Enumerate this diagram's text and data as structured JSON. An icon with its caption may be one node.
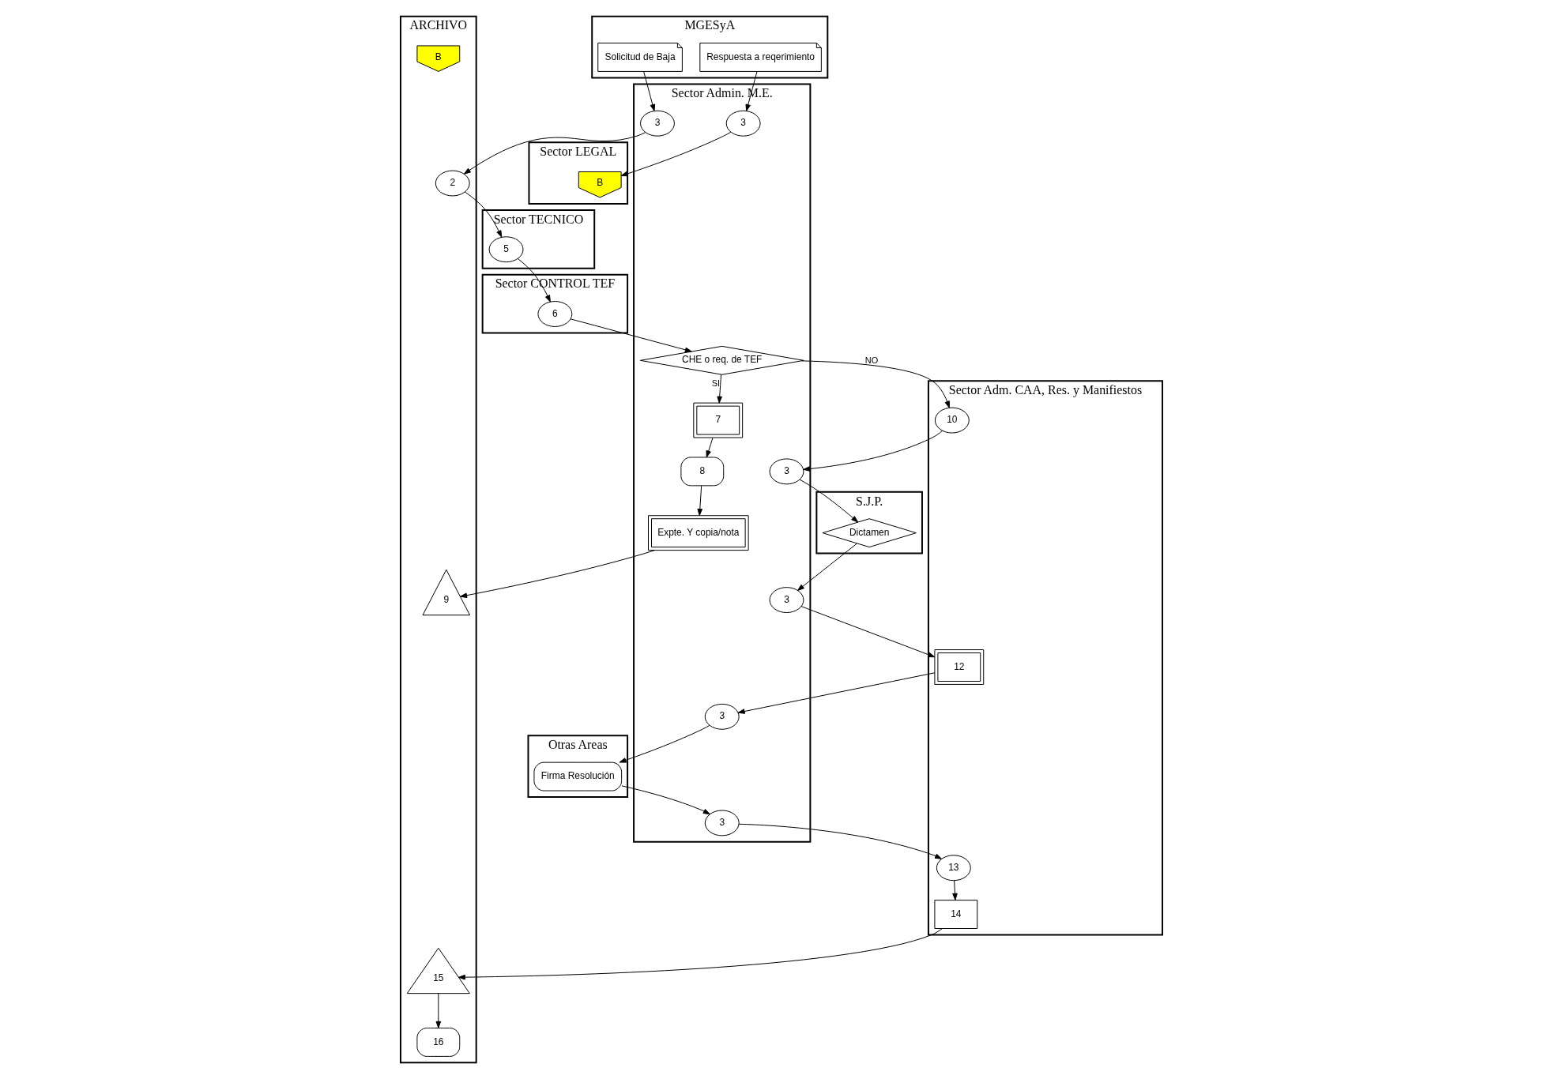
{
  "diagram": {
    "nodes": [
      {
        "text": [
          "MGESyA"
        ]
      },
      {
        "text": [
          "S.J.P."
        ]
      },
      {
        "text": [
          "Otras Areas"
        ]
      },
      {
        "text": [
          "ARCHIVO"
        ]
      },
      {
        "text": [
          "Sector Admin. M.E."
        ]
      },
      {
        "text": [
          "Sector LEGAL"
        ]
      },
      {
        "text": [
          "Sector TECNICO"
        ]
      },
      {
        "text": [
          "Sector CONTROL TEF"
        ]
      },
      {
        "text": [
          "Sector Adm. CAA, Res. y Manifiestos"
        ]
      },
      {
        "text": [
          "Solicitud de Baja"
        ],
        "in": 0
      },
      {
        "text": [
          "3"
        ],
        "in": 4
      },
      {
        "text": [
          "B"
        ],
        "in": 3
      },
      {
        "text": [
          "2"
        ],
        "in": 3
      },
      {
        "text": [
          "5"
        ],
        "in": 6
      },
      {
        "text": [
          "6"
        ],
        "in": 7
      },
      {
        "text": [
          "CHE o req. de TEF"
        ],
        "in": 4
      },
      {
        "text": [
          "10"
        ],
        "in": 8
      },
      {
        "text": [
          "7"
        ],
        "in": 4
      },
      {
        "text": [
          "8"
        ],
        "in": 4
      },
      {
        "text": [
          "Expte. Y copia/nota"
        ],
        "in": 4
      },
      {
        "text": [
          "9"
        ],
        "in": 3
      },
      {
        "text": [
          "Respuesta a reqerimiento"
        ],
        "in": 0
      },
      {
        "text": [
          "3"
        ],
        "in": 4
      },
      {
        "text": [
          "B"
        ],
        "in": 5
      },
      {
        "text": [
          "3"
        ],
        "in": 4
      },
      {
        "text": [
          "Dictamen"
        ],
        "in": 1
      },
      {
        "text": [
          "3"
        ],
        "in": 4
      },
      {
        "text": [
          "12"
        ],
        "in": 8
      },
      {
        "text": [
          "3"
        ],
        "in": 4
      },
      {
        "text": [
          "Firma Resolución"
        ],
        "in": 2
      },
      {
        "text": [
          "3"
        ],
        "in": 4
      },
      {
        "text": [
          "13"
        ],
        "in": 8
      },
      {
        "text": [
          "14"
        ],
        "in": 8
      },
      {
        "text": [
          "15"
        ],
        "in": 3
      },
      {
        "text": [
          "16"
        ],
        "in": 3
      }
    ],
    "edges": [
      {
        "from": 9,
        "to": 10,
        "arrow": "to"
      },
      {
        "from": 10,
        "to": 12,
        "arrow": "to"
      },
      {
        "from": 12,
        "to": 13,
        "arrow": "to"
      },
      {
        "from": 13,
        "to": 14,
        "arrow": "to"
      },
      {
        "from": 14,
        "to": 15,
        "arrow": "to"
      },
      {
        "from": 15,
        "to": 16,
        "arrow": "to",
        "label": "NO"
      },
      {
        "from": 15,
        "to": 17,
        "arrow": "to",
        "label": "SI"
      },
      {
        "from": 17,
        "to": 18,
        "arrow": "to"
      },
      {
        "from": 18,
        "to": 19,
        "arrow": "to"
      },
      {
        "from": 19,
        "to": 20,
        "arrow": "to"
      },
      {
        "from": 21,
        "to": 22,
        "arrow": "to"
      },
      {
        "from": 22,
        "to": 23,
        "arrow": "to"
      },
      {
        "from": 16,
        "to": 24,
        "arrow": "to"
      },
      {
        "from": 24,
        "to": 25,
        "arrow": "to"
      },
      {
        "from": 25,
        "to": 26,
        "arrow": "to"
      },
      {
        "from": 26,
        "to": 27,
        "arrow": "to"
      },
      {
        "from": 27,
        "to": 28,
        "arrow": "to"
      },
      {
        "from": 28,
        "to": 29,
        "arrow": "to"
      },
      {
        "from": 29,
        "to": 30,
        "arrow": "to"
      },
      {
        "from": 30,
        "to": 31,
        "arrow": "to"
      },
      {
        "from": 31,
        "to": 32,
        "arrow": "to"
      },
      {
        "from": 32,
        "to": 33,
        "arrow": "to"
      },
      {
        "from": 33,
        "to": 34,
        "arrow": "to"
      }
    ]
  }
}
